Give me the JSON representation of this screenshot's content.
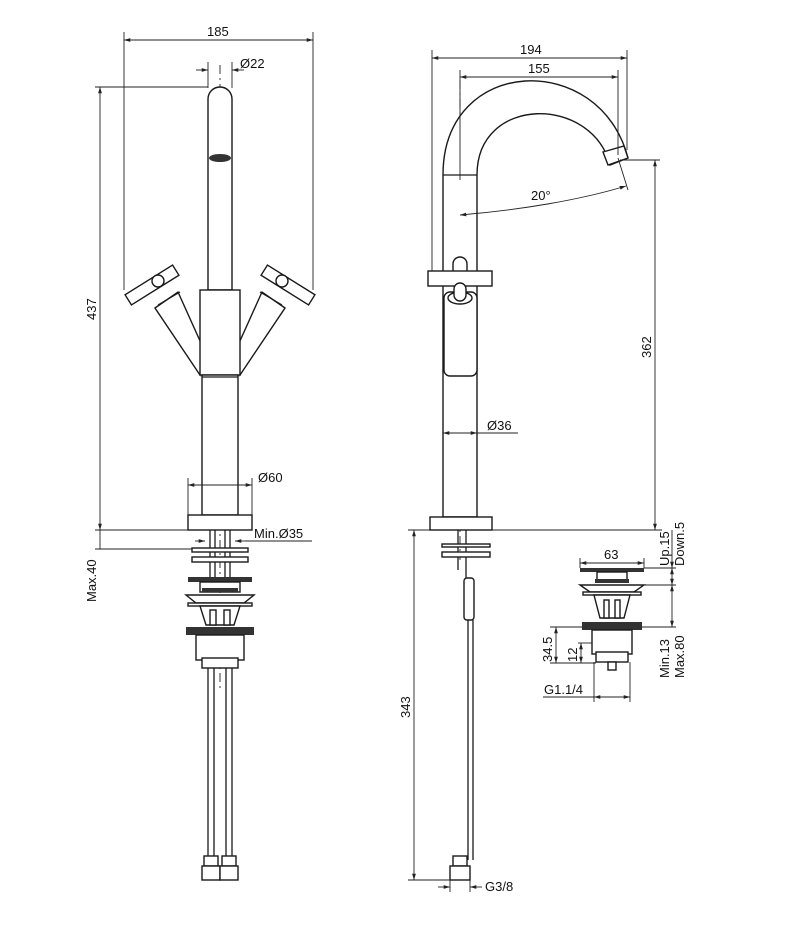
{
  "front_view": {
    "width": "185",
    "spout_diameter": "22",
    "height": "437",
    "body_diameter": "60",
    "hole_min_diameter": "Min.",
    "hole_min_value": "35",
    "max_deck": "Max.40"
  },
  "side_view": {
    "width": "194",
    "reach": "155",
    "angle": "20°",
    "column_diameter": "36",
    "spout_height": "362",
    "hose_length": "343",
    "hose_thread": "G3/8"
  },
  "waste": {
    "cap_diameter": "63",
    "travel_up": "Up.15",
    "travel_down": "Down.5",
    "height_1": "34.5",
    "height_2": "12",
    "thread": "G1.1/4",
    "min_thickness": "Min.13",
    "max_thickness": "Max.80"
  },
  "symbols": {
    "diameter": "Ø"
  }
}
